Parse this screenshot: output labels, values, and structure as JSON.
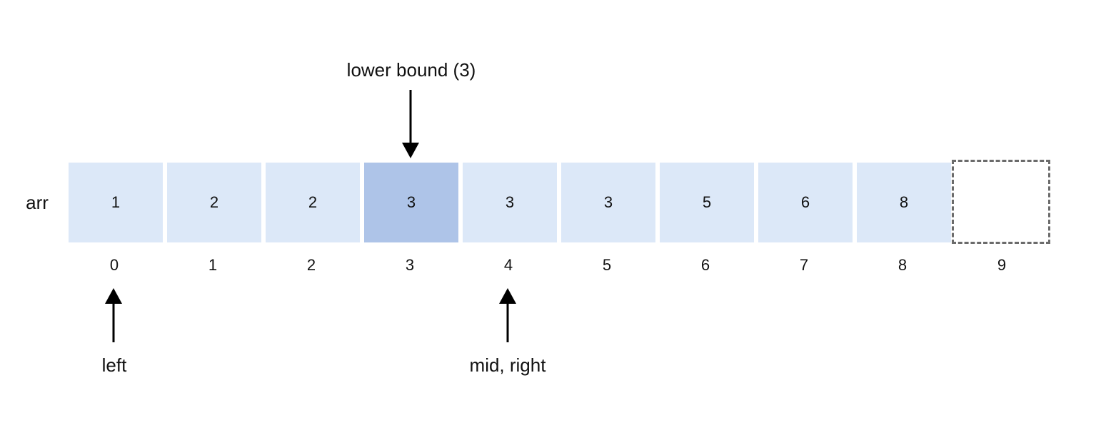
{
  "array": {
    "name": "arr",
    "values": [
      "1",
      "2",
      "2",
      "3",
      "3",
      "3",
      "5",
      "6",
      "8",
      ""
    ],
    "indices": [
      "0",
      "1",
      "2",
      "3",
      "4",
      "5",
      "6",
      "7",
      "8",
      "9"
    ]
  },
  "pointers": {
    "lower_bound": "lower bound (3)",
    "left": "left",
    "mid_right": "mid, right"
  },
  "colors": {
    "cell_fill": "#dce8f8",
    "highlight_fill": "#aec4e8",
    "empty_border": "#6b6b6b",
    "arrow": "#000000"
  }
}
